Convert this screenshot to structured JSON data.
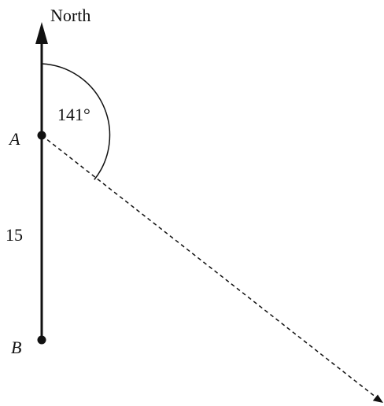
{
  "diagram": {
    "north_label": "North",
    "point_a_label": "A",
    "point_b_label": "B",
    "angle_label": "141°",
    "distance_label": "15",
    "bearing_degrees": 141,
    "line_color": "#111111"
  }
}
